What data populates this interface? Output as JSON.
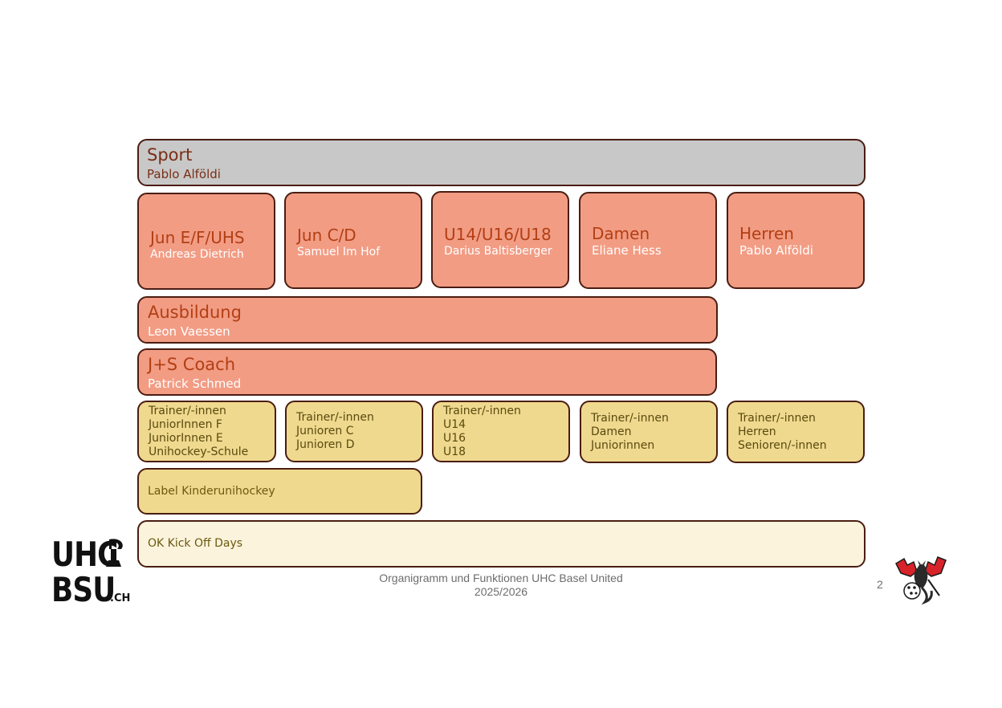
{
  "sport": {
    "title": "Sport",
    "name": "Pablo Alföldi"
  },
  "teams": [
    {
      "title": "Jun E/F/UHS",
      "name": "Andreas Dietrich"
    },
    {
      "title": "Jun C/D",
      "name": "Samuel Im Hof"
    },
    {
      "title": "U14/U16/U18",
      "name": "Darius Baltisberger"
    },
    {
      "title": "Damen",
      "name": "Eliane Hess"
    },
    {
      "title": "Herren",
      "name": "Pablo Alföldi"
    }
  ],
  "ausbildung": {
    "title": "Ausbildung",
    "name": "Leon Vaessen"
  },
  "js_coach": {
    "title": "J+S Coach",
    "name": "Patrick Schmed"
  },
  "trainers": [
    {
      "lines": [
        "Trainer/-innen",
        "JuniorInnen F",
        "JuniorInnen E",
        "Unihockey-Schule"
      ]
    },
    {
      "lines": [
        "Trainer/-innen",
        "Junioren C",
        "Junioren D"
      ]
    },
    {
      "lines": [
        "Trainer/-innen",
        "U14",
        "U16",
        "U18"
      ]
    },
    {
      "lines": [
        "Trainer/-innen",
        "Damen",
        "Juniorinnen"
      ]
    },
    {
      "lines": [
        "Trainer/-innen",
        "Herren",
        "Senioren/-innen"
      ]
    }
  ],
  "label_box": "Label Kinderunihockey",
  "ok_box": "OK Kick Off Days",
  "footer": {
    "line1": "Organigramm und Funktionen UHC Basel United",
    "line2": "2025/2026",
    "page_number": "2"
  },
  "logo": {
    "line1": "UHC",
    "line2": "BSU",
    "suffix": ".CH"
  },
  "colors": {
    "sport_grey": "#c8c8c8",
    "salmon": "#f29c84",
    "yellow": "#efd98e",
    "cream": "#fbf3dc",
    "border": "#4a1d12"
  }
}
